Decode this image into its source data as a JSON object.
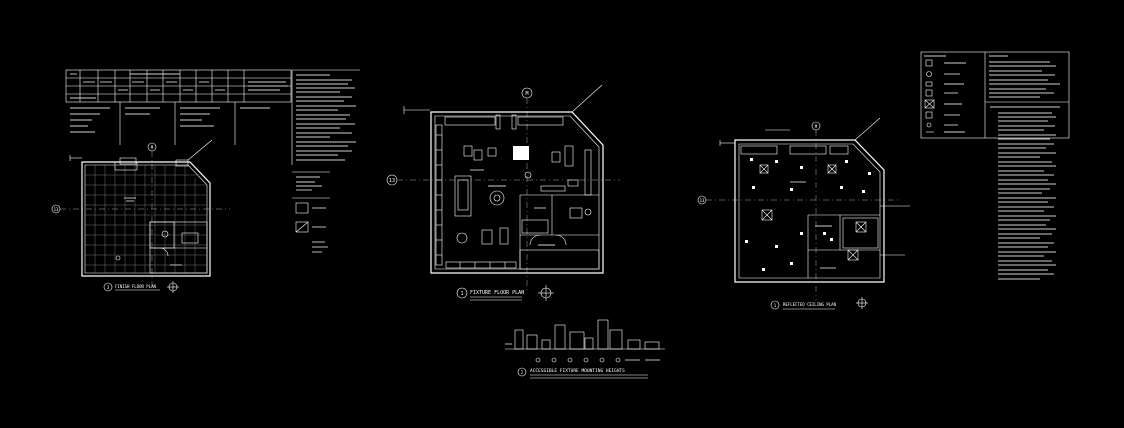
{
  "drawing": {
    "finish_floor_plan": {
      "title": "FINISH FLOOR PLAN",
      "number": "3"
    },
    "fixture_floor_plan": {
      "title": "FIXTURE FLOOR PLAN",
      "number": "1"
    },
    "accessible_heights": {
      "title": "ACCESSIBLE FIXTURE MOUNTING HEIGHTS",
      "number": "2"
    },
    "reflected_ceiling_plan": {
      "title": "REFLECTED CEILING PLAN",
      "number": "1"
    },
    "grid_bubble_m": "M",
    "grid_bubble_13": "13"
  },
  "colors": {
    "background": "#000000",
    "linework": "#ffffff",
    "grid": "#8a8a8a"
  }
}
